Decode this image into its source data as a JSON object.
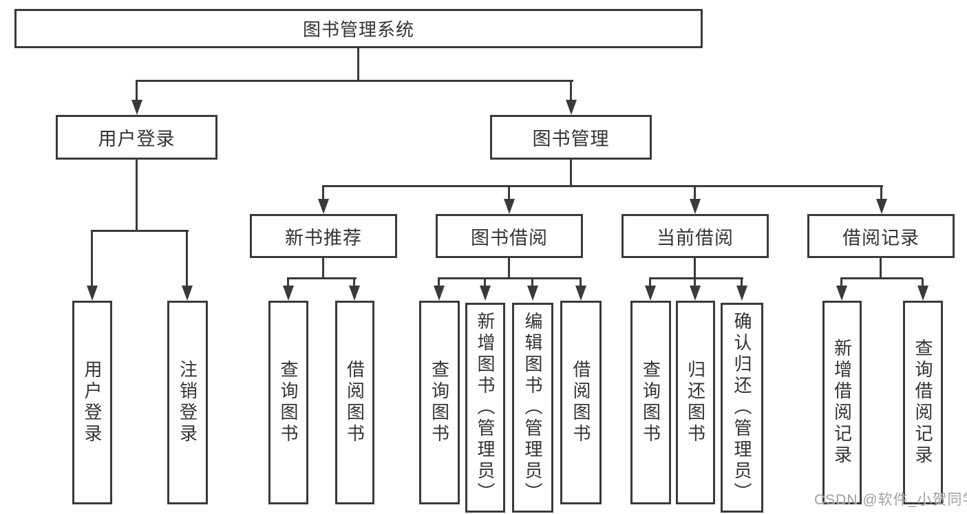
{
  "diagram": {
    "root": {
      "label": "图书管理系统"
    },
    "level1": [
      {
        "label": "用户登录"
      },
      {
        "label": "图书管理"
      }
    ],
    "level2": [
      {
        "label": "新书推荐"
      },
      {
        "label": "图书借阅"
      },
      {
        "label": "当前借阅"
      },
      {
        "label": "借阅记录"
      }
    ],
    "leaves": {
      "login": [
        "用户登录",
        "注销登录"
      ],
      "recommend": [
        "查询图书",
        "借阅图书"
      ],
      "borrow": [
        "查询图书",
        "新增图书（管理员）",
        "编辑图书（管理员）",
        "借阅图书"
      ],
      "current": [
        "查询图书",
        "归还图书",
        "确认归还（管理员）"
      ],
      "records": [
        "新增借阅记录",
        "查询借阅记录"
      ]
    }
  },
  "watermark": {
    "text": "CSDN @软件_小贺同学"
  },
  "colors": {
    "line": "#3a3a3a",
    "text": "#333333",
    "background": "#ffffff",
    "watermark": "#969696"
  }
}
